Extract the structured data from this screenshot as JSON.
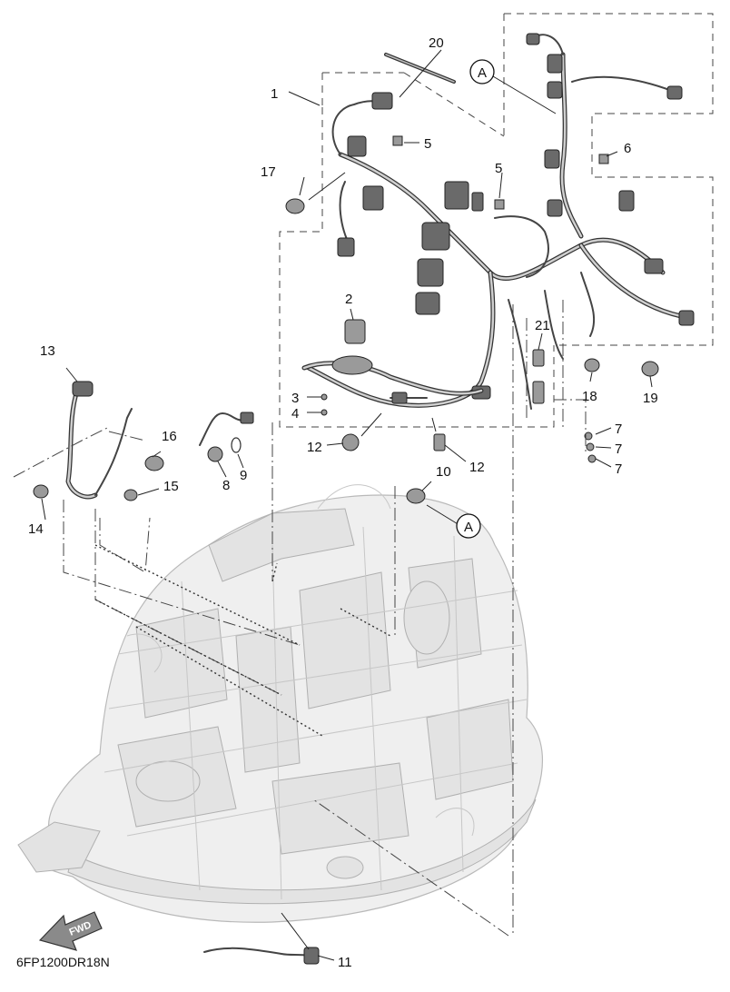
{
  "diagram_code": "6FP1200DR18N",
  "fwd_label": "FWD",
  "ref_marker": "A",
  "callouts": {
    "c1": "1",
    "c2": "2",
    "c3": "3",
    "c4": "4",
    "c5a": "5",
    "c5b": "5",
    "c6": "6",
    "c7a": "7",
    "c7b": "7",
    "c7c": "7",
    "c8": "8",
    "c9": "9",
    "c10": "10",
    "c11": "11",
    "c12a": "12",
    "c12b": "12",
    "c13": "13",
    "c14": "14",
    "c15": "15",
    "c16": "16",
    "c17": "17",
    "c18": "18",
    "c19": "19",
    "c20": "20",
    "c21": "21"
  }
}
